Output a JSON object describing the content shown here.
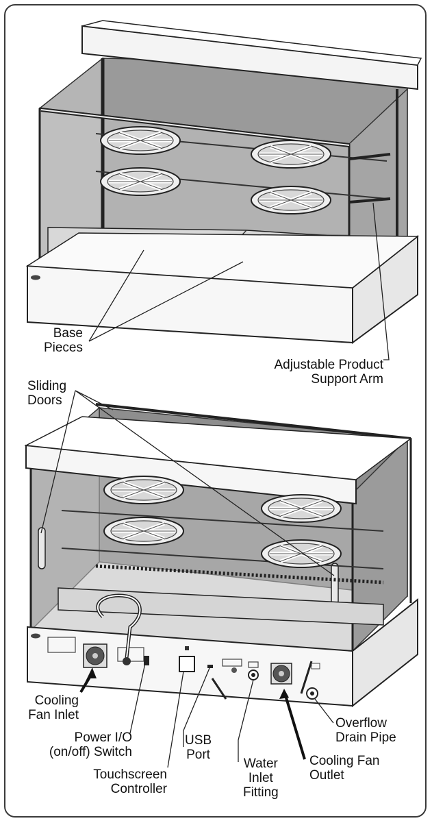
{
  "labels": {
    "base_pieces": [
      "Base",
      "Pieces"
    ],
    "adjustable_arm": [
      "Adjustable Product",
      "Support Arm"
    ],
    "sliding_doors": [
      "Sliding",
      "Doors"
    ],
    "cooling_fan_inlet": [
      "Cooling",
      "Fan Inlet"
    ],
    "power_switch": [
      "Power I/O",
      "(on/off) Switch"
    ],
    "usb_port": [
      "USB",
      "Port"
    ],
    "touchscreen": [
      "Touchscreen",
      "Controller"
    ],
    "water_inlet": [
      "Water",
      "Inlet",
      "Fitting"
    ],
    "cooling_fan_outlet": [
      "Cooling Fan",
      "Outlet"
    ],
    "overflow_drain": [
      "Overflow",
      "Drain Pipe"
    ]
  }
}
